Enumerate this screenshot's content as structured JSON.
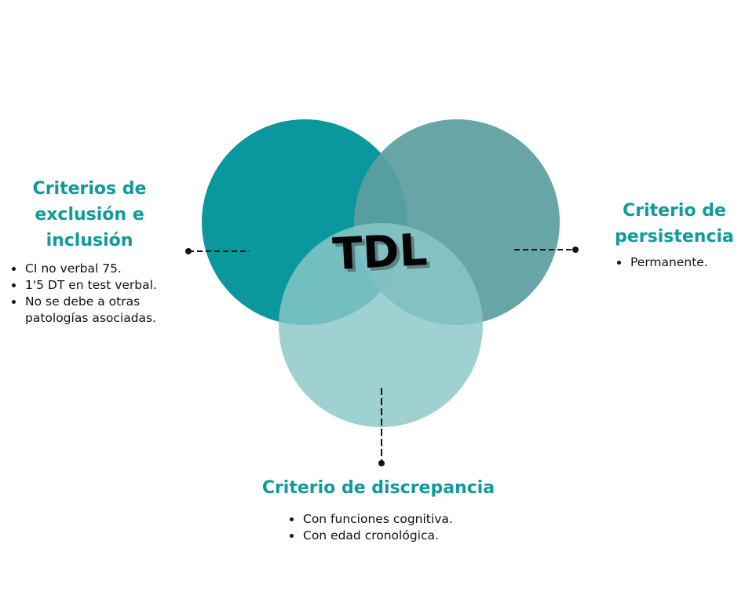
{
  "center_label": "TDL",
  "colors": {
    "circle_left": "#0a979d",
    "circle_right": "#5c9e9f",
    "circle_bottom": "#8ac7c8",
    "heading": "#119a9c",
    "text": "#111111"
  },
  "sections": {
    "left": {
      "heading_lines": [
        "Criterios de",
        "exclusión e",
        "inclusión"
      ],
      "items": [
        "CI no verbal 75.",
        "1'5 DT en test verbal.",
        "No se debe a otras patologías asociadas."
      ]
    },
    "right": {
      "heading_lines": [
        "Criterio de",
        "persistencia"
      ],
      "items": [
        "Permanente."
      ]
    },
    "bottom": {
      "heading_lines": [
        "Criterio de discrepancia"
      ],
      "items": [
        "Con funciones cognitiva.",
        "Con edad cronológica."
      ]
    }
  }
}
